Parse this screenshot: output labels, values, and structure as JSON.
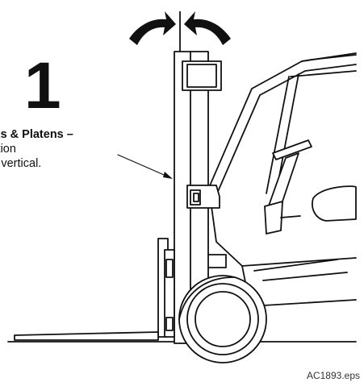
{
  "step_number": "1",
  "caption": {
    "heading": "orks & Platens –",
    "line2": "osition",
    "line3": "ast vertical."
  },
  "file_label": "AC1893.eps"
}
